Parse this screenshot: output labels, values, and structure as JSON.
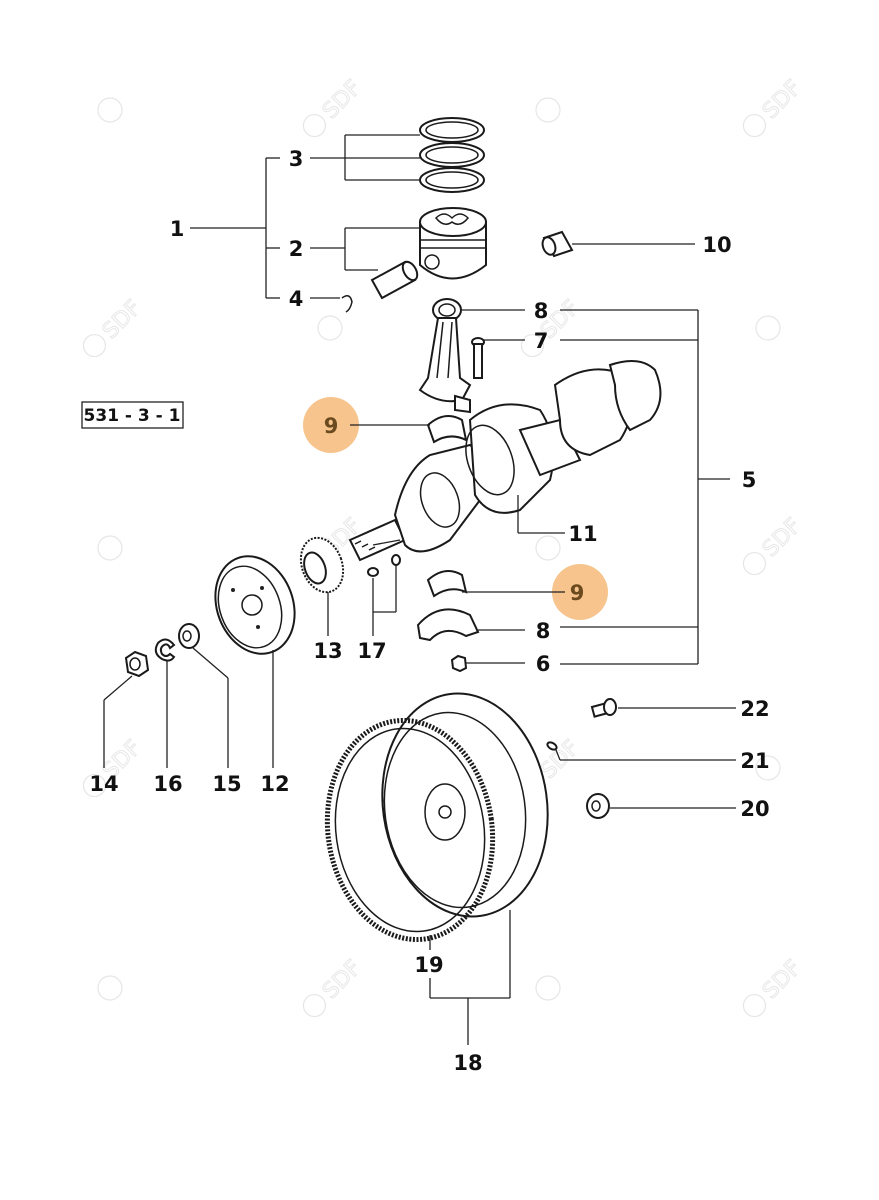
{
  "diagram": {
    "reference_code": "531 - 3 - 1",
    "watermark": "SDF",
    "highlight_color": "#f6c48c",
    "callouts": [
      {
        "id": "c1",
        "label": "1"
      },
      {
        "id": "c2",
        "label": "2"
      },
      {
        "id": "c3",
        "label": "3"
      },
      {
        "id": "c4",
        "label": "4"
      },
      {
        "id": "c5",
        "label": "5"
      },
      {
        "id": "c6",
        "label": "6"
      },
      {
        "id": "c7",
        "label": "7"
      },
      {
        "id": "c8a",
        "label": "8"
      },
      {
        "id": "c8b",
        "label": "8"
      },
      {
        "id": "c9a",
        "label": "9",
        "highlighted": true
      },
      {
        "id": "c9b",
        "label": "9",
        "highlighted": true
      },
      {
        "id": "c10",
        "label": "10"
      },
      {
        "id": "c11",
        "label": "11"
      },
      {
        "id": "c12",
        "label": "12"
      },
      {
        "id": "c13",
        "label": "13"
      },
      {
        "id": "c14",
        "label": "14"
      },
      {
        "id": "c15",
        "label": "15"
      },
      {
        "id": "c16",
        "label": "16"
      },
      {
        "id": "c17",
        "label": "17"
      },
      {
        "id": "c18",
        "label": "18"
      },
      {
        "id": "c19",
        "label": "19"
      },
      {
        "id": "c20",
        "label": "20"
      },
      {
        "id": "c21",
        "label": "21"
      },
      {
        "id": "c22",
        "label": "22"
      }
    ]
  }
}
